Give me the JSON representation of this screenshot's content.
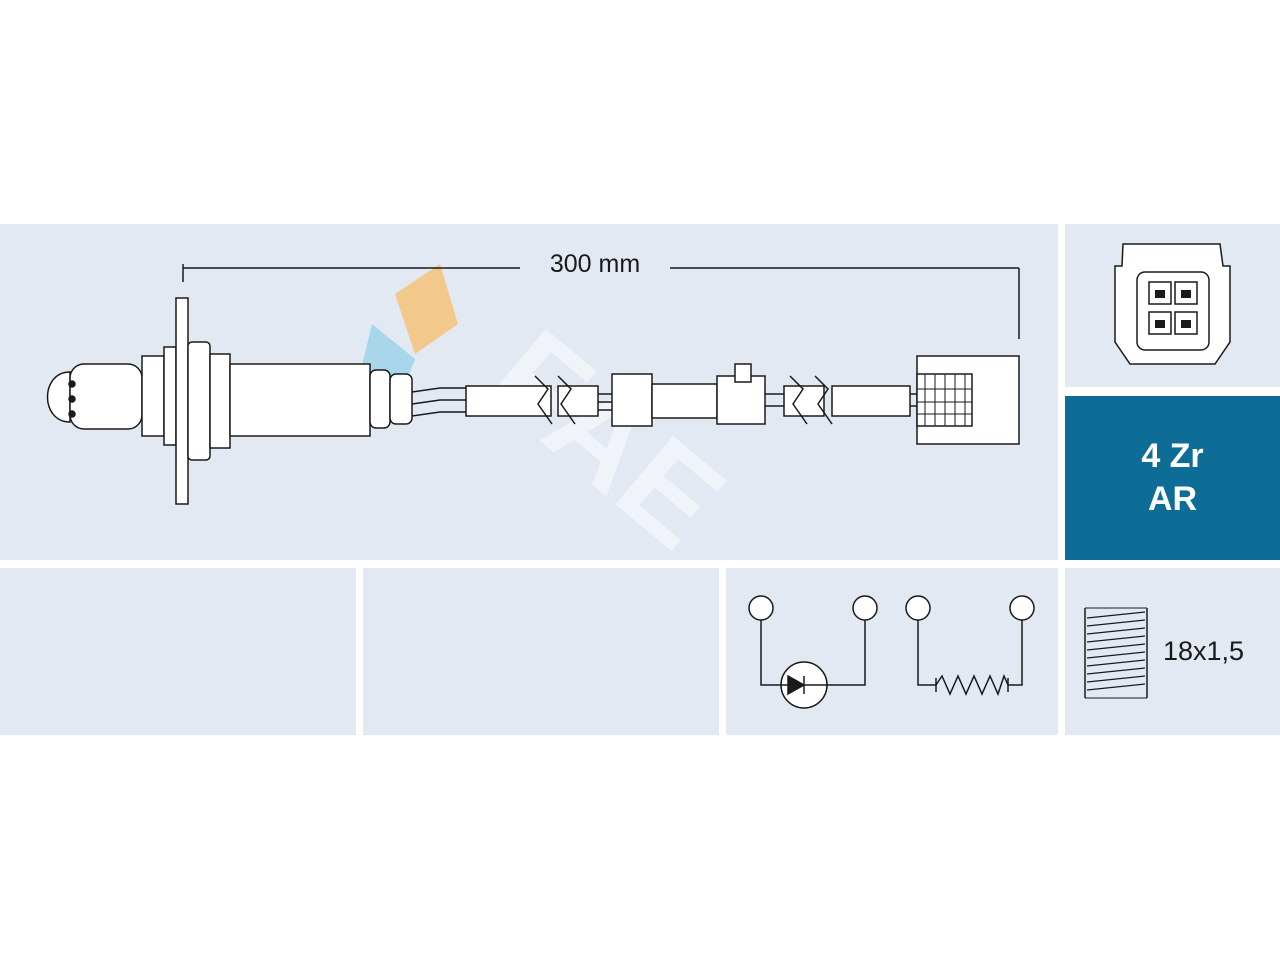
{
  "diagram": {
    "cable_length_label": "300 mm",
    "sensor_type": {
      "line1": "4 Zr",
      "line2": "AR"
    },
    "thread_size": "18x1,5",
    "watermark_text": "FAE"
  },
  "colors": {
    "panel_background": "#e3e9f2",
    "type_badge_background": "#0e6d96",
    "type_badge_text": "#ffffff",
    "line_color": "#1a1a1a",
    "logo_orange": "#f5c47a",
    "logo_blue": "#9ed3ea"
  },
  "icons": {
    "sensor": "oxygen-sensor-icon",
    "connector": "four-pin-connector-icon",
    "diode": "diode-symbol-icon",
    "resistor": "heater-resistor-icon",
    "thread": "thread-icon"
  }
}
